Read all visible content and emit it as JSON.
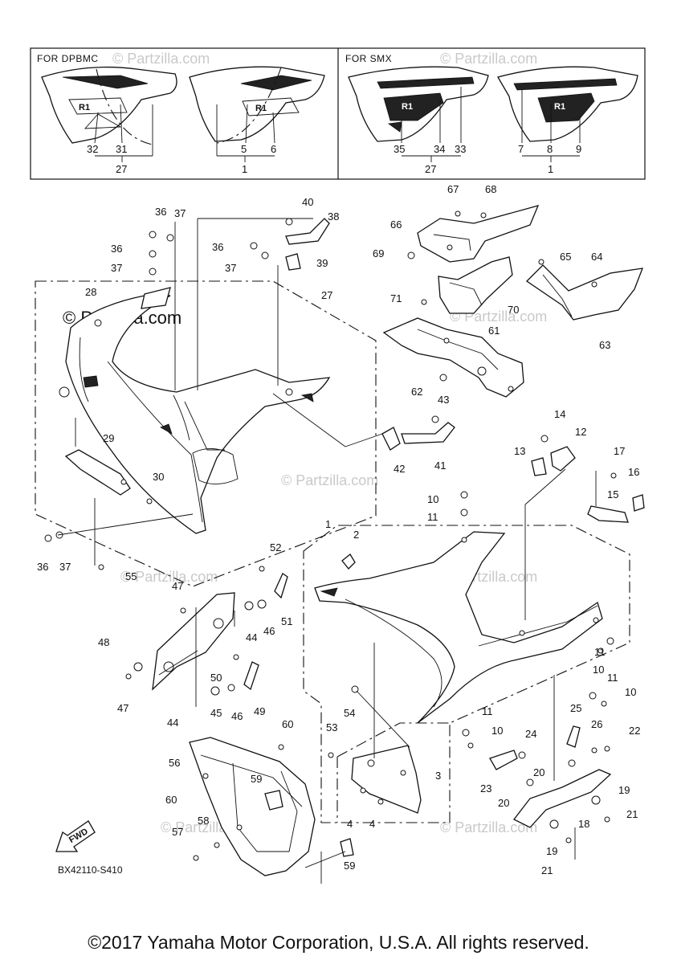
{
  "diagram": {
    "inset_left_label": "FOR DPBMC",
    "inset_right_label": "FOR SMX",
    "watermark": "© Partzilla.com",
    "drawing_code": "BX42110-S410",
    "fwd_label": "FWD",
    "callouts": [
      {
        "id": "c32",
        "text": "32"
      },
      {
        "id": "c31",
        "text": "31"
      },
      {
        "id": "c27a",
        "text": "27"
      },
      {
        "id": "c5",
        "text": "5"
      },
      {
        "id": "c6",
        "text": "6"
      },
      {
        "id": "c1a",
        "text": "1"
      },
      {
        "id": "c35",
        "text": "35"
      },
      {
        "id": "c34",
        "text": "34"
      },
      {
        "id": "c33",
        "text": "33"
      },
      {
        "id": "c27b",
        "text": "27"
      },
      {
        "id": "c7",
        "text": "7"
      },
      {
        "id": "c8",
        "text": "8"
      },
      {
        "id": "c9",
        "text": "9"
      },
      {
        "id": "c1b",
        "text": "1"
      },
      {
        "id": "c36a",
        "text": "36"
      },
      {
        "id": "c37a",
        "text": "37"
      },
      {
        "id": "c36b",
        "text": "36"
      },
      {
        "id": "c37b",
        "text": "37"
      },
      {
        "id": "c40",
        "text": "40"
      },
      {
        "id": "c38",
        "text": "38"
      },
      {
        "id": "c36c",
        "text": "36"
      },
      {
        "id": "c37c",
        "text": "37"
      },
      {
        "id": "c39",
        "text": "39"
      },
      {
        "id": "c27c",
        "text": "27"
      },
      {
        "id": "c28",
        "text": "28"
      },
      {
        "id": "c67",
        "text": "67"
      },
      {
        "id": "c68",
        "text": "68"
      },
      {
        "id": "c66",
        "text": "66"
      },
      {
        "id": "c69",
        "text": "69"
      },
      {
        "id": "c65",
        "text": "65"
      },
      {
        "id": "c64",
        "text": "64"
      },
      {
        "id": "c71",
        "text": "71"
      },
      {
        "id": "c70",
        "text": "70"
      },
      {
        "id": "c63",
        "text": "63"
      },
      {
        "id": "c61",
        "text": "61"
      },
      {
        "id": "c62",
        "text": "62"
      },
      {
        "id": "c43",
        "text": "43"
      },
      {
        "id": "c29",
        "text": "29"
      },
      {
        "id": "c30",
        "text": "30"
      },
      {
        "id": "c42",
        "text": "42"
      },
      {
        "id": "c41",
        "text": "41"
      },
      {
        "id": "c14",
        "text": "14"
      },
      {
        "id": "c12",
        "text": "12"
      },
      {
        "id": "c13",
        "text": "13"
      },
      {
        "id": "c17",
        "text": "17"
      },
      {
        "id": "c16",
        "text": "16"
      },
      {
        "id": "c15",
        "text": "15"
      },
      {
        "id": "c10a",
        "text": "10"
      },
      {
        "id": "c11a",
        "text": "11"
      },
      {
        "id": "c1c",
        "text": "1"
      },
      {
        "id": "c2",
        "text": "2"
      },
      {
        "id": "c36d",
        "text": "36"
      },
      {
        "id": "c37d",
        "text": "37"
      },
      {
        "id": "c55",
        "text": "55"
      },
      {
        "id": "c52",
        "text": "52"
      },
      {
        "id": "c47a",
        "text": "47"
      },
      {
        "id": "c44a",
        "text": "44"
      },
      {
        "id": "c46a",
        "text": "46"
      },
      {
        "id": "c51",
        "text": "51"
      },
      {
        "id": "c48",
        "text": "48"
      },
      {
        "id": "c11b",
        "text": "11"
      },
      {
        "id": "c10b",
        "text": "10"
      },
      {
        "id": "c50",
        "text": "50"
      },
      {
        "id": "c11c",
        "text": "11"
      },
      {
        "id": "c10c",
        "text": "10"
      },
      {
        "id": "c47b",
        "text": "47"
      },
      {
        "id": "c45",
        "text": "45"
      },
      {
        "id": "c46b",
        "text": "46"
      },
      {
        "id": "c49",
        "text": "49"
      },
      {
        "id": "c44b",
        "text": "44"
      },
      {
        "id": "c54",
        "text": "54"
      },
      {
        "id": "c11d",
        "text": "11"
      },
      {
        "id": "c10d",
        "text": "10"
      },
      {
        "id": "c25",
        "text": "25"
      },
      {
        "id": "c26",
        "text": "26"
      },
      {
        "id": "c22",
        "text": "22"
      },
      {
        "id": "c60a",
        "text": "60"
      },
      {
        "id": "c53",
        "text": "53"
      },
      {
        "id": "c24",
        "text": "24"
      },
      {
        "id": "c56",
        "text": "56"
      },
      {
        "id": "c3",
        "text": "3"
      },
      {
        "id": "c23",
        "text": "23"
      },
      {
        "id": "c20a",
        "text": "20"
      },
      {
        "id": "c59a",
        "text": "59"
      },
      {
        "id": "c60b",
        "text": "60"
      },
      {
        "id": "c20b",
        "text": "20"
      },
      {
        "id": "c19a",
        "text": "19"
      },
      {
        "id": "c4a",
        "text": "4"
      },
      {
        "id": "c4b",
        "text": "4"
      },
      {
        "id": "c18",
        "text": "18"
      },
      {
        "id": "c21a",
        "text": "21"
      },
      {
        "id": "c58",
        "text": "58"
      },
      {
        "id": "c57",
        "text": "57"
      },
      {
        "id": "c19b",
        "text": "19"
      },
      {
        "id": "c59b",
        "text": "59"
      },
      {
        "id": "c21b",
        "text": "21"
      }
    ]
  },
  "footer": {
    "copyright": "©2017 Yamaha Motor Corporation, U.S.A. All rights reserved."
  }
}
